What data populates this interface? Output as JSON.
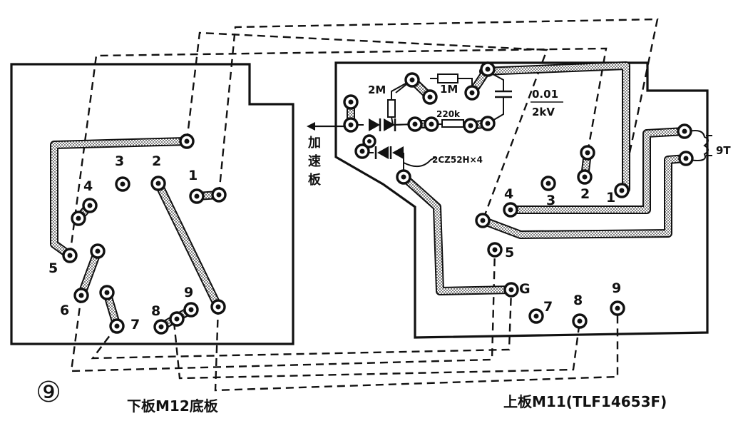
{
  "figure_number": "⑨",
  "lower_board": {
    "caption": "下板M12底板",
    "pins": [
      "1",
      "2",
      "3",
      "4",
      "5",
      "6",
      "7",
      "8",
      "9"
    ]
  },
  "upper_board": {
    "caption": "上板M11(TLF14653F)",
    "pins": [
      "1",
      "2",
      "3",
      "4",
      "5",
      "G",
      "7",
      "8",
      "9"
    ],
    "side_label": "加速板",
    "coil_label": "9T",
    "components": {
      "r1": "2M",
      "r2": "1M",
      "r3": "220k",
      "cap_value": "0.01",
      "cap_voltage": "2kV",
      "diodes": "2CZ52H×4"
    }
  }
}
